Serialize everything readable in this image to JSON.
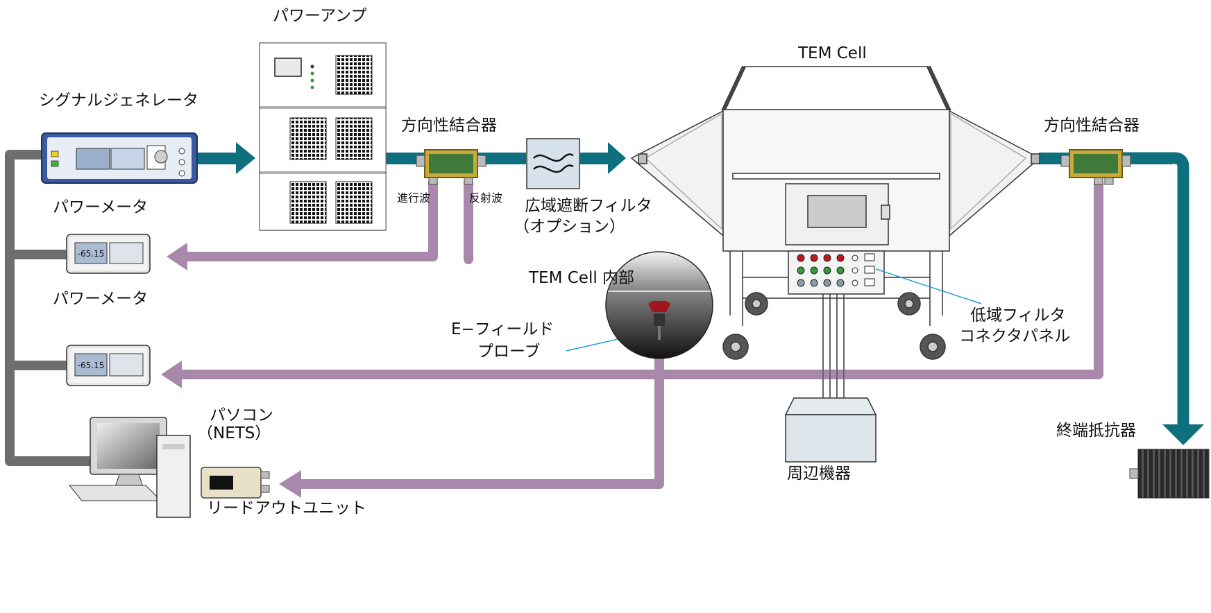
{
  "labels": {
    "power_amp": "パワーアンプ",
    "signal_gen": "シグナルジェネレータ",
    "dir_coupler_left": "方向性結合器",
    "forward_wave": "進行波",
    "reflected_wave": "反射波",
    "filter_line1": "広域遮断フィルタ",
    "filter_line2": "（オプション）",
    "tem_cell": "TEM Cell",
    "dir_coupler_right": "方向性結合器",
    "power_meter_1": "パワーメータ",
    "power_meter_2": "パワーメータ",
    "tem_inside": "TEM Cell 内部",
    "probe_line1": "E−フィールド",
    "probe_line2": "プローブ",
    "lpf_line1": "低域フィルタ",
    "lpf_line2": "コネクタパネル",
    "pc_line1": "パソコン",
    "pc_line2": "（NETS）",
    "terminator": "終端抵抗器",
    "peripheral": "周辺機器",
    "readout": "リードアウトユニット"
  },
  "meter_display": "-65.15",
  "colors": {
    "rf_line": "#0e6f7f",
    "signal_line": "#a889ab",
    "control_line": "#6e6e6e",
    "led_red": "#c0161c",
    "led_green": "#3a9a3a",
    "led_gray": "#8c9aa8",
    "coupler_body": "#3f7a3a",
    "coupler_frame": "#c8a93a"
  }
}
